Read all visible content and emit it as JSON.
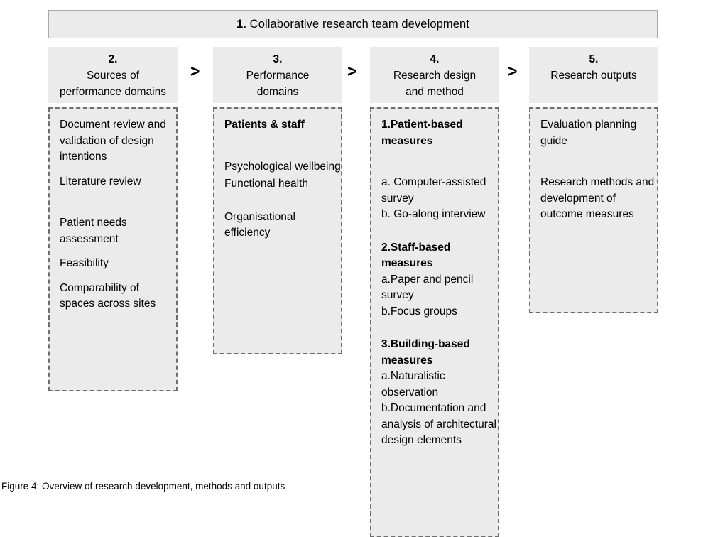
{
  "banner": {
    "number": "1.",
    "title": "Collaborative research team development"
  },
  "chevrons": {
    "one": ">",
    "two": ">",
    "three": ">"
  },
  "columns": [
    {
      "number": "2.",
      "title_line1": "Sources of",
      "title_line2": "performance domains",
      "items": [
        "Document review and validation of design intentions",
        "Literature review",
        "Patient needs assessment",
        "Feasibility",
        "Comparability of spaces across sites"
      ]
    },
    {
      "number": "3.",
      "title_line1": "Performance",
      "title_line2": "domains",
      "items": [
        "Patients & staff",
        "Psychological wellbeing",
        "Functional health",
        "Organisational efficiency"
      ]
    },
    {
      "number": "4.",
      "title_line1": "Research design",
      "title_line2": "and method",
      "items": [
        "1.Patient-based measures",
        "a. Computer-assisted survey",
        "b. Go-along interview",
        "2.Staff-based measures",
        "a.Paper and pencil survey",
        "b.Focus groups",
        "3.Building-based measures",
        "a.Naturalistic observation",
        "b.Documentation and analysis of architectural design elements"
      ]
    },
    {
      "number": "5.",
      "title_line1": "Research outputs",
      "title_line2": "",
      "items": [
        "Evaluation planning guide",
        "Research methods and development of outcome measures"
      ]
    }
  ],
  "caption": "Figure 4: Overview of research development, methods and outputs",
  "colors": {
    "box_fill": "#ebebeb",
    "dashed_border": "#6e6e6e",
    "banner_border": "#a8a8a8",
    "text": "#000000"
  }
}
